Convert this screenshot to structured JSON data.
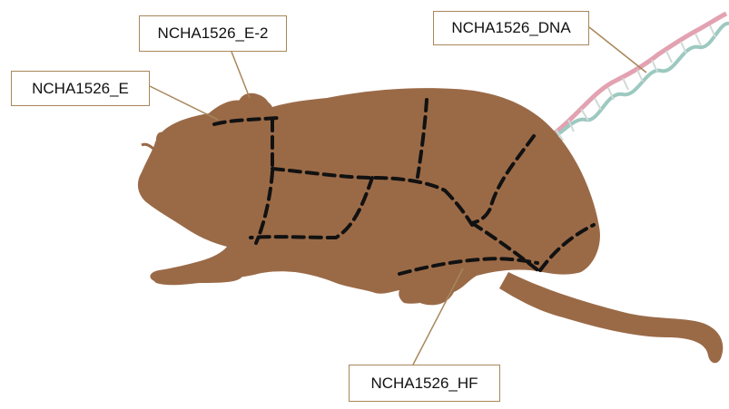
{
  "labels": {
    "e2": "NCHA1526_E-2",
    "e": "NCHA1526_E",
    "dna": "NCHA1526_DNA",
    "hf": "NCHA1526_HF"
  },
  "colors": {
    "body": "#9a6a47",
    "dashes": "#111111",
    "callout_line": "#a8875a",
    "dna_strand_pink": "#e2a2b2",
    "dna_strand_teal": "#9cc9c0"
  }
}
